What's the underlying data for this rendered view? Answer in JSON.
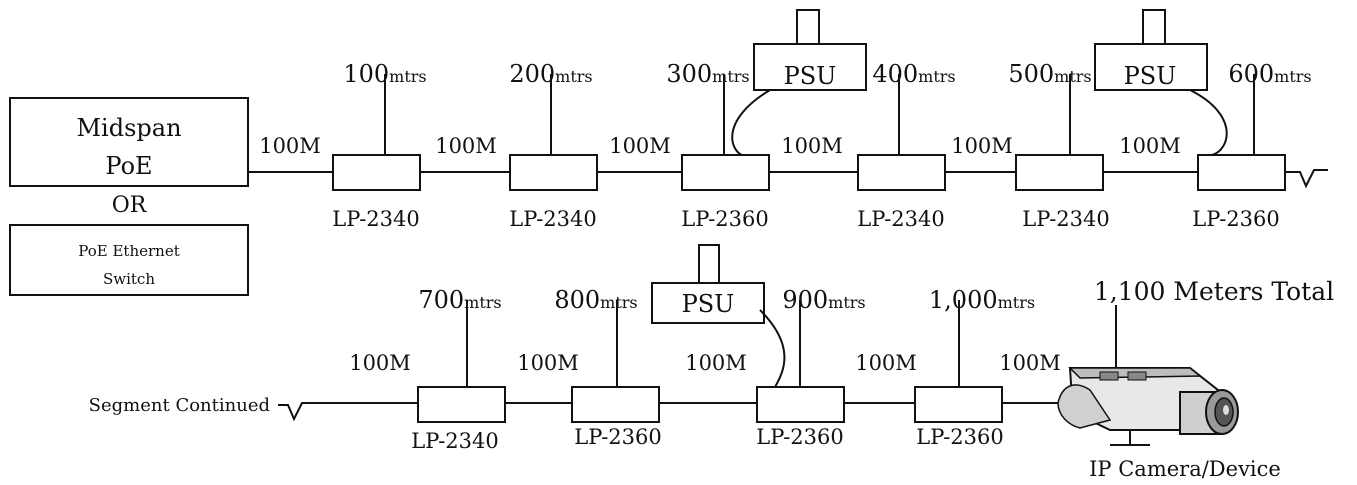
{
  "sources": {
    "midspan_line1": "Midspan",
    "midspan_line2": "PoE",
    "or_label": "OR",
    "switch_line1": "PoE Ethernet",
    "switch_line2": "Switch"
  },
  "segment_length": "100M",
  "distance_unit": "mtrs",
  "row1": {
    "devices": [
      "LP-2340",
      "LP-2340",
      "LP-2360",
      "LP-2340",
      "LP-2340",
      "LP-2360"
    ],
    "distances": [
      "100",
      "200",
      "300",
      "400",
      "500",
      "600"
    ]
  },
  "row2": {
    "devices": [
      "LP-2340",
      "LP-2360",
      "LP-2360",
      "LP-2360"
    ],
    "distances": [
      "700",
      "800",
      "900",
      "1,000"
    ]
  },
  "psu_label": "PSU",
  "segment_continued": "Segment Continued",
  "total_label": "1,100 Meters Total",
  "camera_label": "IP Camera/Device"
}
